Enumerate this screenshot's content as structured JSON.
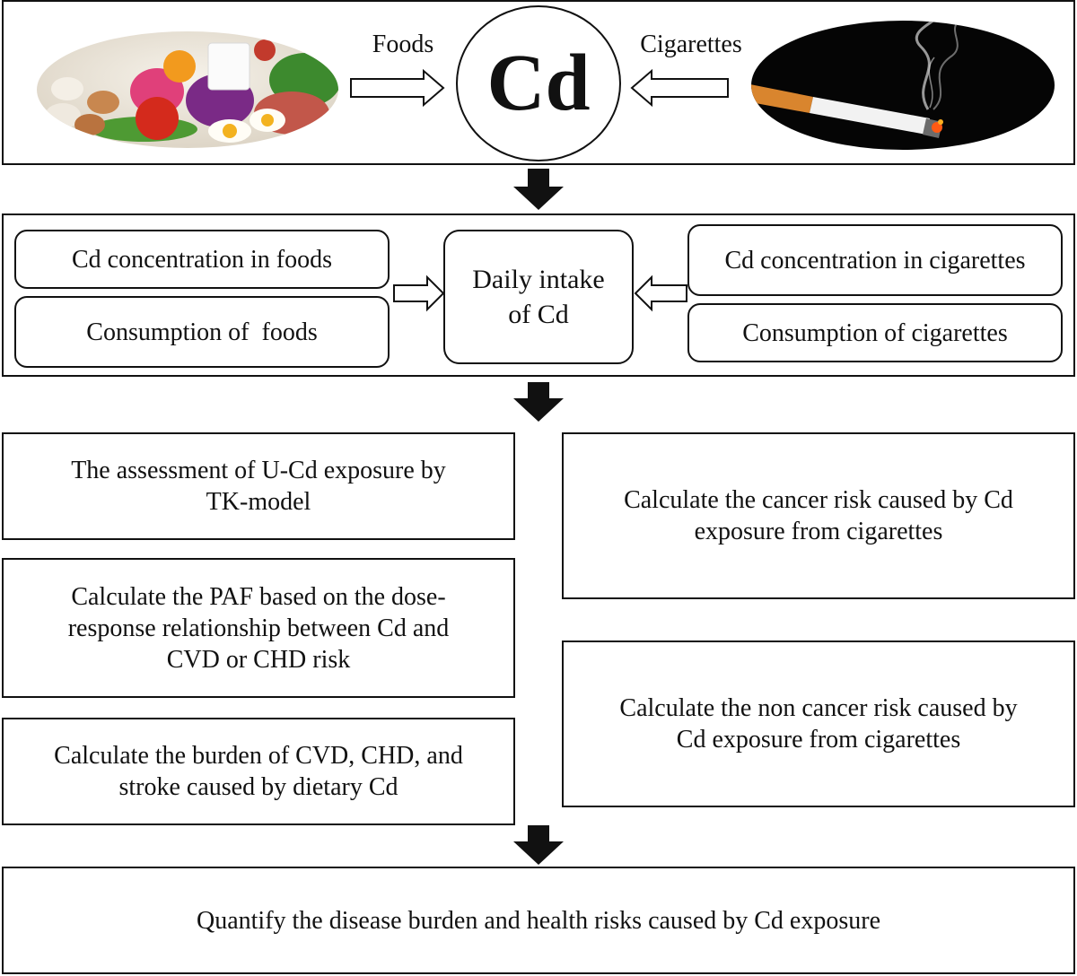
{
  "sources": {
    "foods_label": "Foods",
    "cigarettes_label": "Cigarettes",
    "center_label": "Cd"
  },
  "intake": {
    "food_concentration": "Cd concentration in foods",
    "food_consumption": "Consumption of  foods",
    "daily_intake_line1": "Daily intake",
    "daily_intake_line2": "of Cd",
    "cig_concentration": "Cd concentration in cigarettes",
    "cig_consumption": "Consumption of cigarettes"
  },
  "analysis": {
    "left": [
      {
        "line1": "The assessment of U-Cd exposure by",
        "line2": "TK-model"
      },
      {
        "line1": "Calculate the PAF based on the dose-",
        "line2": "response relationship between Cd and",
        "line3": "CVD or CHD risk"
      },
      {
        "line1": "Calculate the burden of CVD, CHD, and",
        "line2": "stroke caused by dietary Cd"
      }
    ],
    "right": [
      {
        "line1": "Calculate the cancer risk caused by Cd",
        "line2": "exposure from cigarettes"
      },
      {
        "line1": "Calculate the non cancer risk caused by",
        "line2": "Cd exposure from cigarettes"
      }
    ]
  },
  "conclusion": "Quantify the disease burden and health risks caused by Cd exposure",
  "colors": {
    "stroke": "#111111",
    "background": "#ffffff"
  }
}
